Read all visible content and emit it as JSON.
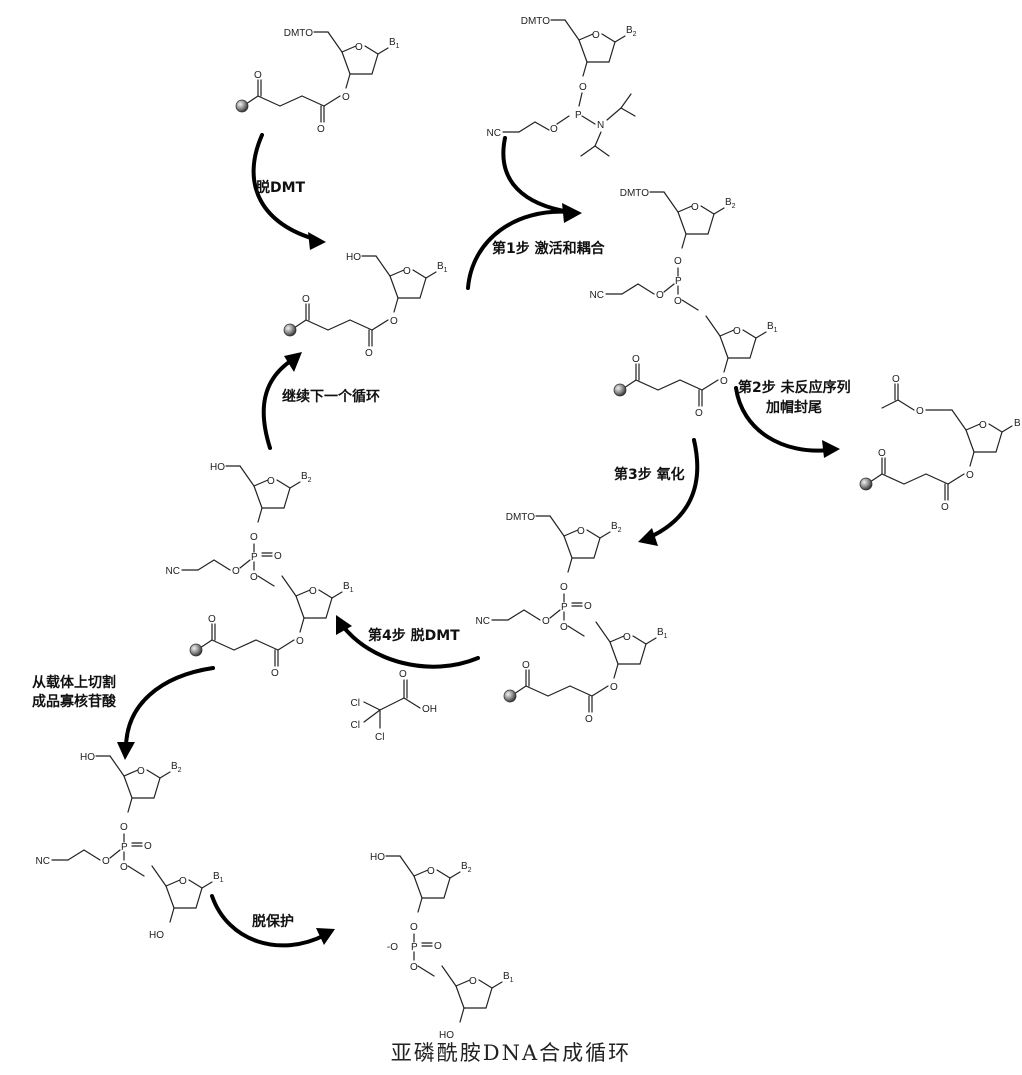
{
  "caption": "亚磷酰胺DNA合成循环",
  "steps": {
    "detritylation_start": "脱DMT",
    "step1": "第1步 激活和耦合",
    "step2_line1": "第2步 未反应序列",
    "step2_line2": "加帽封尾",
    "step3": "第3步 氧化",
    "step4": "第4步 脱DMT",
    "continue": "继续下一个循环",
    "cleave_line1": "从载体上切割",
    "cleave_line2": "成品寡核苷酸",
    "deprotect": "脱保护"
  },
  "labels": {
    "dmto": "DMTO",
    "ho": "HO",
    "o": "O",
    "p": "P",
    "n": "N",
    "nc": "NC",
    "cl": "Cl",
    "oh": "OH",
    "b": "B",
    "b1_base": "B",
    "b1_sub": "1",
    "b2_sub": "2",
    "o_minus": "-O"
  }
}
